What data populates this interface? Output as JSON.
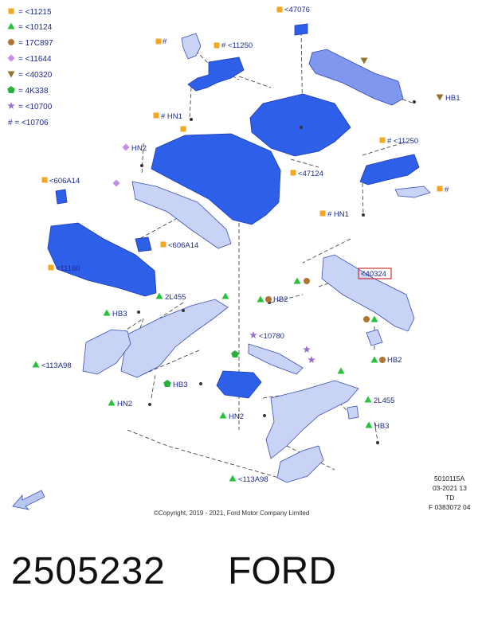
{
  "legend": [
    {
      "shape": "square",
      "color": "#f5a623",
      "text": "= <11215"
    },
    {
      "shape": "triangle",
      "color": "#27c23b",
      "text": "= <10124"
    },
    {
      "shape": "circle",
      "color": "#b07432",
      "text": "= 17C897"
    },
    {
      "shape": "diamond",
      "color": "#c58ce6",
      "text": "= <11644"
    },
    {
      "shape": "tri-down",
      "color": "#8f7530",
      "text": "= <40320"
    },
    {
      "shape": "pentagon",
      "color": "#27b23b",
      "text": "= 4K338"
    },
    {
      "shape": "star",
      "color": "#9a6bd1",
      "text": "= <10700"
    },
    {
      "shape": "hash",
      "color": "#111111",
      "text": "# = <10706"
    }
  ],
  "labels": {
    "l47076": "<47076",
    "lhash1": "#",
    "l11250a": "# <11250",
    "lhb1": "HB1",
    "lhn1a": "# HN1",
    "lhn2a": "HN2",
    "l47124": "<47124",
    "l11250b": "# <11250",
    "lhash2": "#",
    "l606a": "<606A14",
    "lhn1b": "# HN1",
    "l606b": "<606A14",
    "l11160": "<11160",
    "l40324": "<40324",
    "l2l455a": "2L455",
    "lhb2a": "HB2",
    "lhb3a": "HB3",
    "l10780": "<10780",
    "l113a98a": "<113A98",
    "lhb2b": "HB2",
    "lhb3b": "HB3",
    "lhn2b": "HN2",
    "lhn2c": "HN2",
    "l2l455b": "2L455",
    "lhb3c": "HB3",
    "l113a98b": "<113A98"
  },
  "notes": {
    "ref1": "5010115A",
    "ref2": "03-2021 13",
    "ref3": "TD",
    "ref4": "F 0383072 04",
    "copyright": "©Copyright, 2019 - 2021, Ford Motor Company Limited"
  },
  "footer": {
    "part_number": "2505232",
    "brand": "FORD"
  },
  "colors": {
    "label_text": "#1d2a8c",
    "part_fill": "#2e5fe8",
    "highlight": "#d0312d"
  }
}
